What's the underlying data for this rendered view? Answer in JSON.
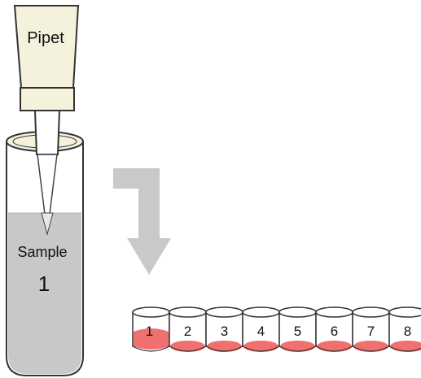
{
  "pipet": {
    "label": "Pipet"
  },
  "sample_tube": {
    "label": "Sample",
    "number": "1"
  },
  "strip": {
    "wells": [
      {
        "label": "1"
      },
      {
        "label": "2"
      },
      {
        "label": "3"
      },
      {
        "label": "4"
      },
      {
        "label": "5"
      },
      {
        "label": "6"
      },
      {
        "label": "7"
      },
      {
        "label": "8"
      }
    ]
  },
  "colors": {
    "pipet_body": "#f4f2dd",
    "sample_liquid": "#c8c8c8",
    "well_liquid": "#f07070",
    "arrow": "#c9c9c9",
    "outline": "#333333"
  }
}
